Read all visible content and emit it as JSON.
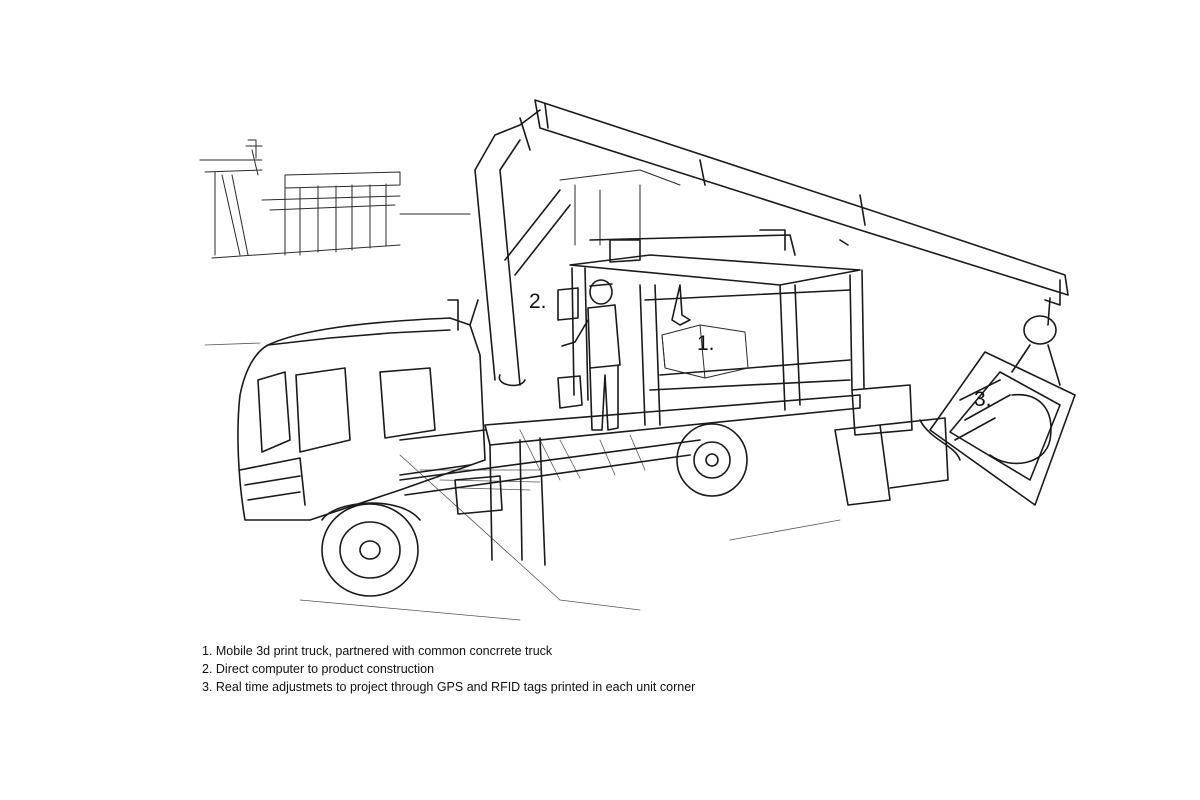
{
  "markers": {
    "m1": "1.",
    "m2": "2.",
    "m3": "3."
  },
  "captions": [
    "1. Mobile 3d print truck, partnered with common concrrete truck",
    "2. Direct computer to product construction",
    "3. Real time adjustmets to project through GPS and RFID tags printed in each unit corner"
  ],
  "colors": {
    "background": "#ffffff",
    "ink": "#1a1a1a"
  }
}
